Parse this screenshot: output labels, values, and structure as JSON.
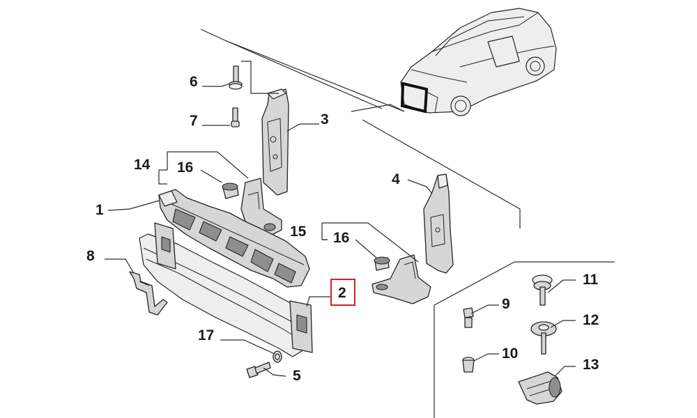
{
  "callouts": {
    "c1": "1",
    "c2": "2",
    "c3": "3",
    "c4": "4",
    "c5": "5",
    "c6": "6",
    "c7": "7",
    "c8": "8",
    "c9": "9",
    "c10": "10",
    "c11": "11",
    "c12": "12",
    "c13": "13",
    "c14": "14",
    "c15": "15",
    "c16a": "16",
    "c16b": "16",
    "c17": "17"
  },
  "highlighted_callout": "2",
  "highlight_color": "#d0202a"
}
